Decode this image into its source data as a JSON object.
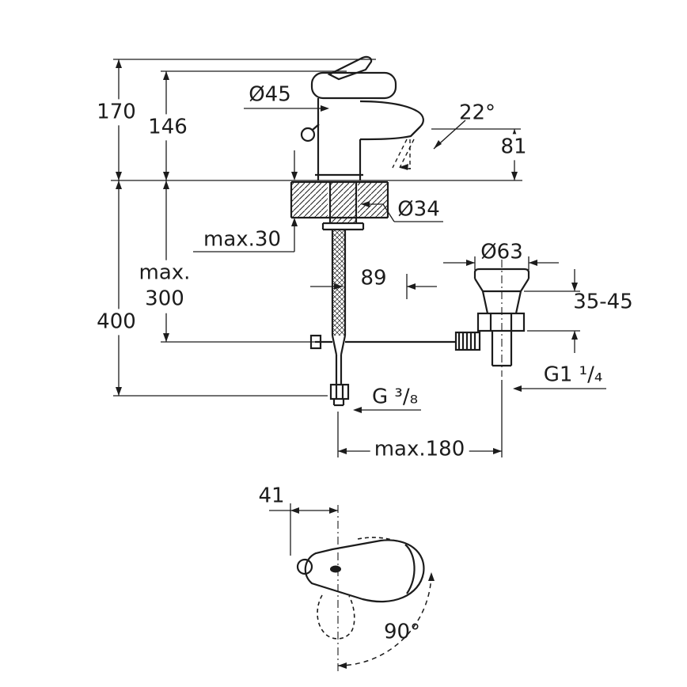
{
  "front_view": {
    "dim_170": "170",
    "dim_146": "146",
    "dia_45": "Ø45",
    "angle_22": "22°",
    "dim_81": "81",
    "max_30": "max.30",
    "dia_34": "Ø34",
    "max_300": "max.\n300",
    "dim_400": "400",
    "dim_89": "89",
    "dia_63": "Ø63",
    "range_35_45": "35-45",
    "thread_hose": "G ³/₈",
    "thread_drain": "G1 ¹/₄",
    "max_180": "max.180"
  },
  "top_view": {
    "dim_41": "41",
    "angle_90": "90°"
  }
}
